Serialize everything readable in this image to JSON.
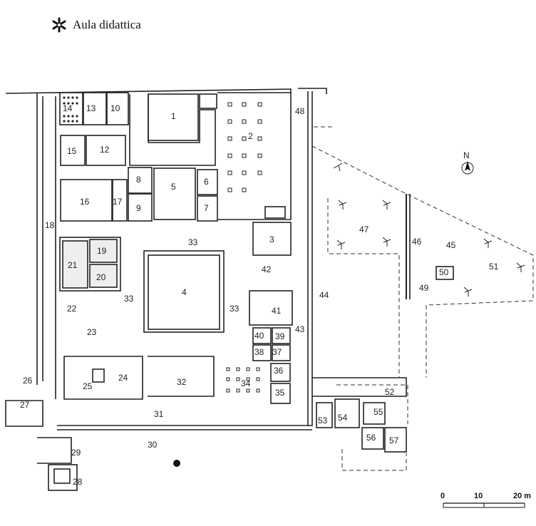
{
  "legend": {
    "icon": "asterisk-flower-icon",
    "label": "Aula didattica"
  },
  "rooms": [
    "1",
    "2",
    "3",
    "4",
    "5",
    "6",
    "7",
    "8",
    "9",
    "10",
    "12",
    "13",
    "14",
    "15",
    "16",
    "17",
    "18",
    "19",
    "20",
    "21",
    "22",
    "23",
    "24",
    "25",
    "26",
    "27",
    "28",
    "29",
    "30",
    "31",
    "32",
    "33",
    "34",
    "35",
    "36",
    "37",
    "38",
    "39",
    "40",
    "41",
    "42",
    "43",
    "44",
    "45",
    "46",
    "47",
    "48",
    "49",
    "50",
    "51",
    "52",
    "53",
    "54",
    "55",
    "56",
    "57"
  ],
  "scale": {
    "ticks": [
      "0",
      "10",
      "20 m"
    ]
  },
  "north_label": "N"
}
